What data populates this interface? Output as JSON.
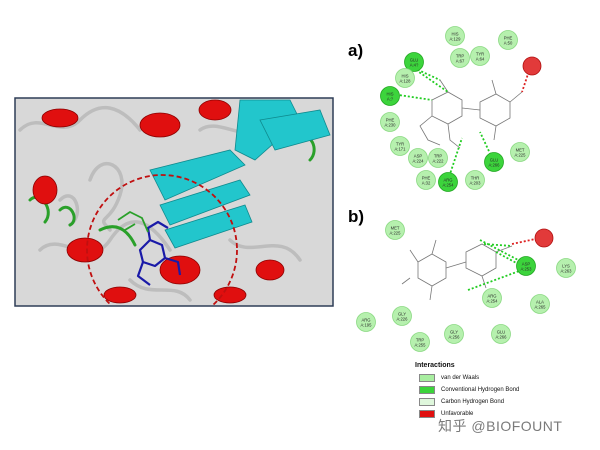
{
  "panels": {
    "a": {
      "label": "a)"
    },
    "b": {
      "label": "b)"
    }
  },
  "residues_a": [
    {
      "id": "his129",
      "l1": "HIS",
      "l2": "A:129",
      "kind": "vdw"
    },
    {
      "id": "phe50",
      "l1": "PHE",
      "l2": "A:50",
      "kind": "vdw"
    },
    {
      "id": "trp67",
      "l1": "TRP",
      "l2": "A:67",
      "kind": "vdw"
    },
    {
      "id": "tyr64",
      "l1": "TYR",
      "l2": "A:64",
      "kind": "vdw"
    },
    {
      "id": "glu",
      "l1": "GLU",
      "l2": "A:4?",
      "kind": "hbond"
    },
    {
      "id": "his128",
      "l1": "HIS",
      "l2": "A:128",
      "kind": "vdw"
    },
    {
      "id": "his",
      "l1": "HIS",
      "l2": "A:?",
      "kind": "hbond"
    },
    {
      "id": "phe230",
      "l1": "PHE",
      "l2": "A:230",
      "kind": "vdw"
    },
    {
      "id": "tyr171",
      "l1": "TYR",
      "l2": "A:171",
      "kind": "vdw"
    },
    {
      "id": "asp224",
      "l1": "ASP",
      "l2": "A:224",
      "kind": "vdw"
    },
    {
      "id": "trp222",
      "l1": "TRP",
      "l2": "A:222",
      "kind": "vdw"
    },
    {
      "id": "phe32",
      "l1": "PHE",
      "l2": "A:32",
      "kind": "vdw"
    },
    {
      "id": "arg254",
      "l1": "ARG",
      "l2": "A:254",
      "kind": "hbond"
    },
    {
      "id": "thr203",
      "l1": "THR",
      "l2": "A:203",
      "kind": "vdw"
    },
    {
      "id": "glu266",
      "l1": "GLU",
      "l2": "A:266",
      "kind": "hbond"
    },
    {
      "id": "met225",
      "l1": "MET",
      "l2": "A:225",
      "kind": "vdw"
    },
    {
      "id": "unfa",
      "l1": "",
      "l2": "",
      "kind": "unfav"
    }
  ],
  "residues_b": [
    {
      "id": "met225",
      "l1": "MET",
      "l2": "A:225",
      "kind": "vdw"
    },
    {
      "id": "unfb",
      "l1": "",
      "l2": "",
      "kind": "unfav"
    },
    {
      "id": "asp253",
      "l1": "ASP",
      "l2": "A:253",
      "kind": "hbond"
    },
    {
      "id": "lys263",
      "l1": "LYS",
      "l2": "A:263",
      "kind": "vdw"
    },
    {
      "id": "arg254",
      "l1": "ARG",
      "l2": "A:254",
      "kind": "vdw"
    },
    {
      "id": "ala265",
      "l1": "ALA",
      "l2": "A:265",
      "kind": "vdw"
    },
    {
      "id": "arg195",
      "l1": "ARG",
      "l2": "A:195",
      "kind": "vdw"
    },
    {
      "id": "gly226",
      "l1": "GLY",
      "l2": "A:226",
      "kind": "vdw"
    },
    {
      "id": "trp255",
      "l1": "TRP",
      "l2": "A:255",
      "kind": "vdw"
    },
    {
      "id": "gly256",
      "l1": "GLY",
      "l2": "A:256",
      "kind": "vdw"
    },
    {
      "id": "glu266",
      "l1": "GLU",
      "l2": "A:266",
      "kind": "vdw"
    }
  ],
  "legend": {
    "title": "Interactions",
    "items": [
      {
        "label": "van der Waals",
        "color": "#a8eea0"
      },
      {
        "label": "Conventional Hydrogen Bond",
        "color": "#3bd43b"
      },
      {
        "label": "Carbon Hydrogen Bond",
        "color": "#dff7dc"
      },
      {
        "label": "Unfavorable",
        "color": "#e01010"
      }
    ]
  },
  "watermark": "知乎 @BIOFOUNT",
  "colors": {
    "vdw_fill": "#b6f0ae",
    "vdw_stroke": "#8ad982",
    "hbond_fill": "#3cd43c",
    "hbond_stroke": "#22a822",
    "unfav_fill": "#e23a3a",
    "unfav_stroke": "#b01010",
    "helix": "#e00f0f",
    "sheet": "#22c6cc",
    "coil": "#c8c8c8",
    "loop": "#2aa02a",
    "ligand": "#1a1aa8",
    "bg": "#d9d9d9"
  }
}
